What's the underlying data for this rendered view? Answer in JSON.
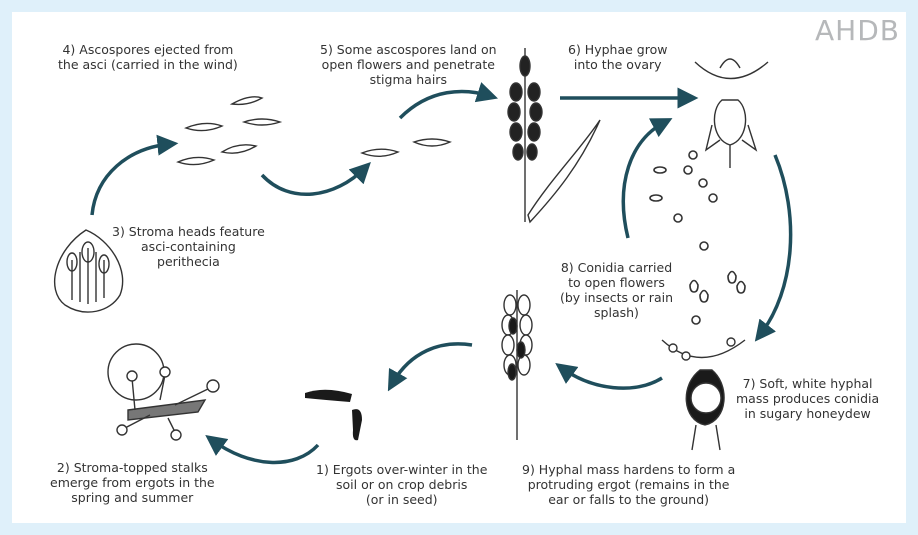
{
  "logo": "AHDB",
  "colors": {
    "arrow": "#1f4e5c",
    "line": "#333333",
    "background": "#dff0fa"
  },
  "steps": [
    {
      "id": 1,
      "text": "1) Ergots over-winter in the\nsoil or on crop debris\n(or in seed)"
    },
    {
      "id": 2,
      "text": "2) Stroma-topped stalks\nemerge from ergots in the\nspring and summer"
    },
    {
      "id": 3,
      "text": "3) Stroma heads feature\nasci-containing\nperithecia"
    },
    {
      "id": 4,
      "text": "4) Ascospores ejected from\nthe asci (carried in the wind)"
    },
    {
      "id": 5,
      "text": "5) Some ascospores land on\nopen flowers and penetrate\nstigma hairs"
    },
    {
      "id": 6,
      "text": "6) Hyphae grow\ninto the ovary"
    },
    {
      "id": 7,
      "text": "7) Soft, white hyphal\nmass produces conidia\nin sugary honeydew"
    },
    {
      "id": 8,
      "text": "8) Conidia carried\nto open flowers\n(by insects or rain\nsplash)"
    },
    {
      "id": 9,
      "text": "9) Hyphal mass hardens to form a\nprotruding ergot (remains in the\near or falls to the ground)"
    }
  ]
}
